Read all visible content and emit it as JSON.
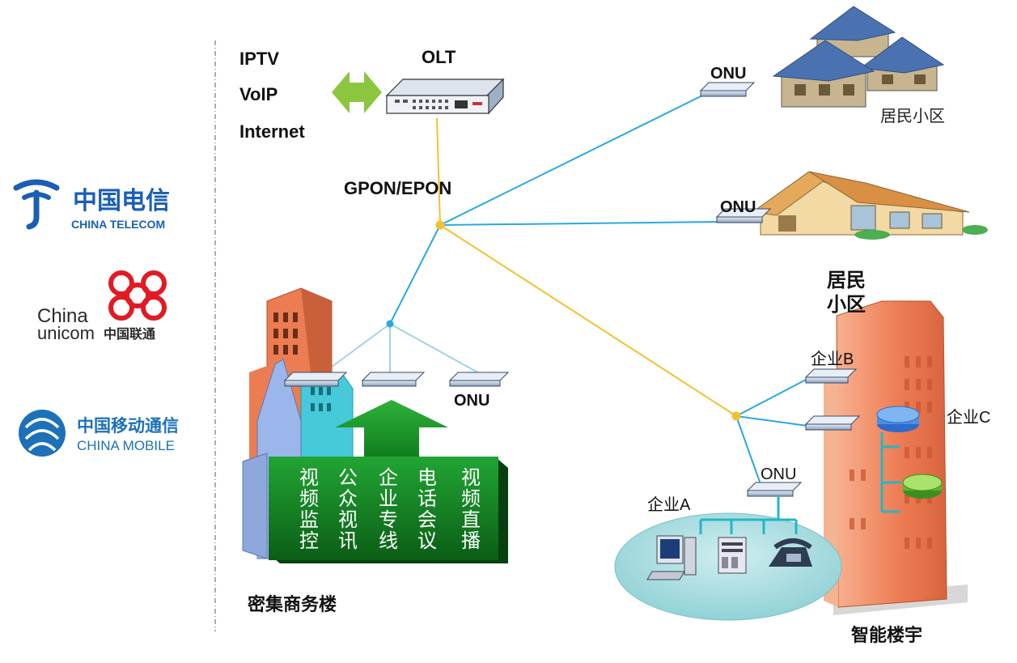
{
  "carriers": {
    "telecom": {
      "cn": "中国电信",
      "en": "CHINA TELECOM",
      "color": "#1a5fb4"
    },
    "unicom": {
      "line1": "China",
      "line2": "unicom",
      "cn": "中国联通",
      "color": "#e01b24"
    },
    "mobile": {
      "cn": "中国移动通信",
      "en": "CHINA MOBILE",
      "color": "#1c71b8"
    }
  },
  "services": [
    "IPTV",
    "VoIP",
    "Internet"
  ],
  "olt_label": "OLT",
  "pon_label": "GPON/EPON",
  "onu_labels": {
    "top": "ONU",
    "house": "ONU",
    "office": "ONU",
    "enterprise_a": "ONU"
  },
  "labels": {
    "residential_top": "居民小区",
    "residential_tower_line1": "居民",
    "residential_tower_line2": "小区",
    "enterprise_a": "企业A",
    "enterprise_b": "企业B",
    "enterprise_c": "企业C",
    "dense_office": "密集商务楼",
    "smart_building": "智能楼宇"
  },
  "service_columns": [
    [
      "视",
      "频",
      "监",
      "控"
    ],
    [
      "公",
      "众",
      "视",
      "讯"
    ],
    [
      "企",
      "业",
      "专",
      "线"
    ],
    [
      "电",
      "话",
      "会",
      "议"
    ],
    [
      "视",
      "频",
      "直",
      "播"
    ]
  ],
  "colors": {
    "fiber_blue": "#2aa8e0",
    "fiber_yellow": "#f2c12e",
    "arrow_green": "#8cc63f",
    "box_green": "#0b7a1e",
    "building_orange": "#f08a5d"
  }
}
